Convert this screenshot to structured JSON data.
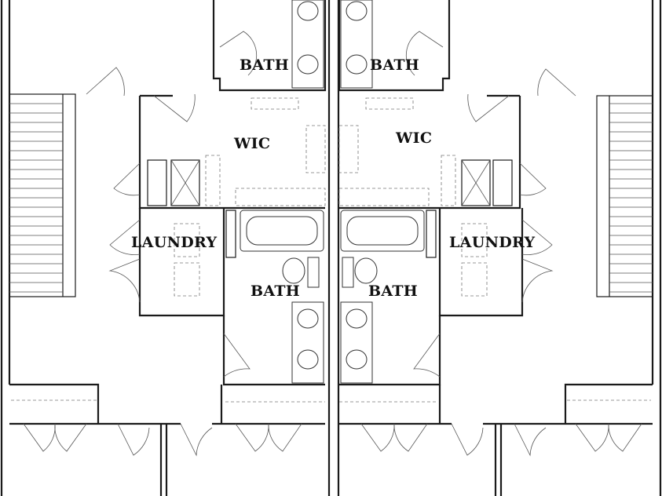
{
  "labels": {
    "bath_top_left": "BATH",
    "bath_top_right": "BATH",
    "wic_left": "WIC",
    "wic_right": "WIC",
    "laundry_left": "LAUNDRY",
    "laundry_right": "LAUNDRY",
    "bath_mid_left": "BATH",
    "bath_mid_right": "BATH"
  }
}
